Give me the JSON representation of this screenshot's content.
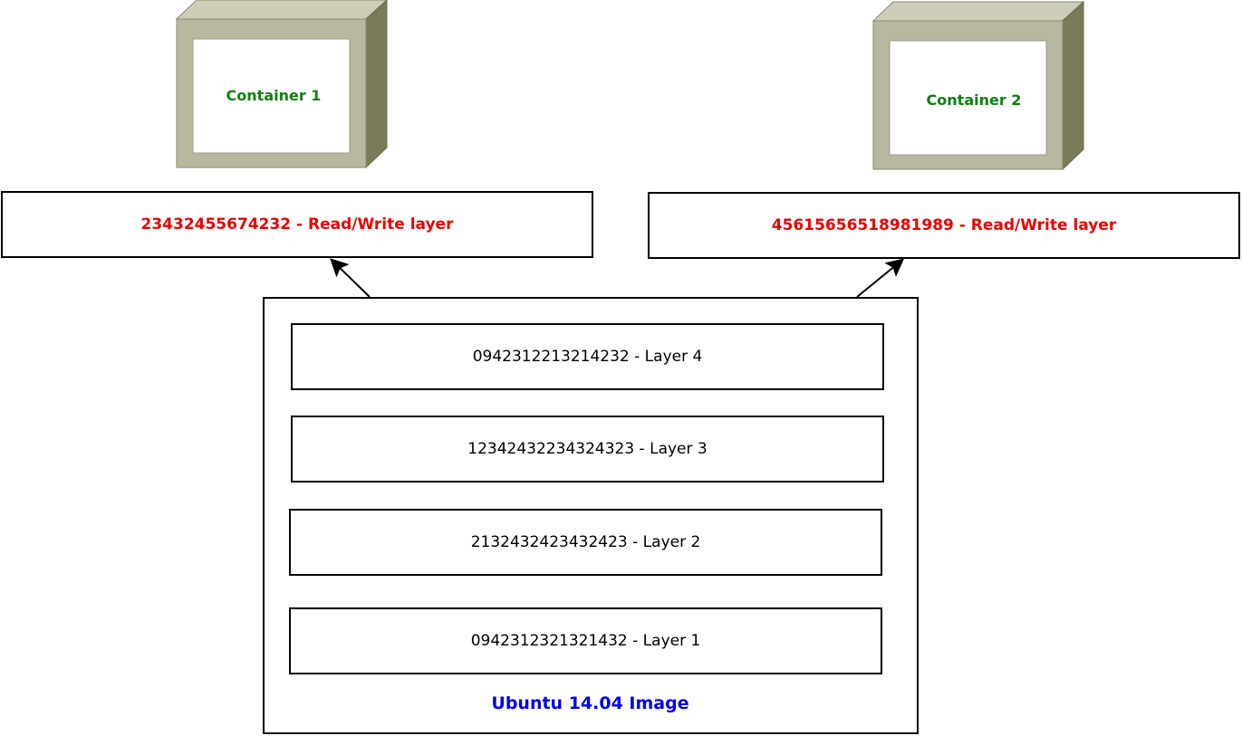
{
  "containers": [
    {
      "label": "Container 1"
    },
    {
      "label": "Container 2"
    }
  ],
  "rw_layers": [
    {
      "label": "23432455674232 - Read/Write layer"
    },
    {
      "label": "45615656518981989 - Read/Write layer"
    }
  ],
  "image": {
    "title": "Ubuntu 14.04 Image",
    "layers": [
      {
        "label": "0942312213214232 - Layer 4"
      },
      {
        "label": "12342432234324323 - Layer 3"
      },
      {
        "label": "2132432423432423 - Layer 2"
      },
      {
        "label": "0942312321321432 - Layer 1"
      }
    ]
  },
  "colors": {
    "container_label": "#108010",
    "rw_text": "#ee0000",
    "image_title": "#0000ee",
    "cube_front": "#b8b8a0",
    "cube_top": "#cdcdb8",
    "cube_side": "#7b7b5a"
  }
}
